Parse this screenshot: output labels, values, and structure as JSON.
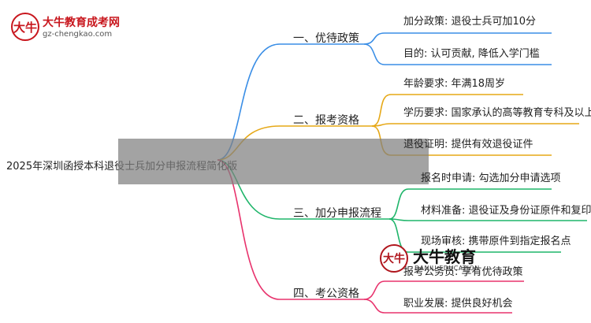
{
  "logo": {
    "mark_text": "大牛",
    "name": "大牛教育成考网",
    "url": "gz-chengkao.com"
  },
  "watermark": {
    "mark_text": "大牛",
    "name": "大牛教育",
    "en": "DANIU EDUCATION"
  },
  "root": {
    "label": "2025年深圳函授本科退役士兵加分申报流程简化版"
  },
  "branches": [
    {
      "label": "一、优待政策",
      "color": "#3a8ee6",
      "leaves": [
        "加分政策: 退役士兵可加10分",
        "目的: 认可贡献, 降低入学门槛"
      ]
    },
    {
      "label": "二、报考资格",
      "color": "#e6a817",
      "leaves": [
        "年龄要求: 年满18周岁",
        "学历要求: 国家承认的高等教育专科及以上",
        "退役证明: 提供有效退役证件"
      ]
    },
    {
      "label": "三、加分申报流程",
      "color": "#1fb56a",
      "leaves": [
        "报名时申请: 勾选加分申请选项",
        "材料准备: 退役证及身份证原件和复印件",
        "现场审核: 携带原件到指定报名点"
      ]
    },
    {
      "label": "四、考公资格",
      "color": "#e8336d",
      "leaves": [
        "报考公务员: 享有优待政策",
        "职业发展: 提供良好机会"
      ]
    }
  ]
}
